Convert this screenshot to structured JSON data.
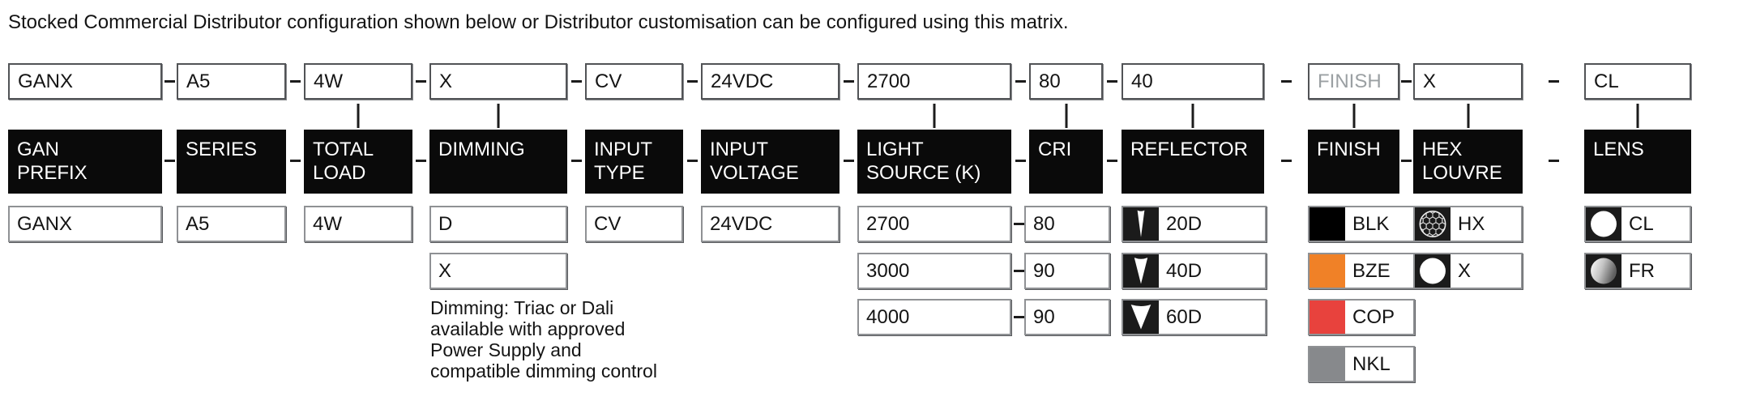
{
  "intro": "Stocked Commercial Distributor configuration shown below or Distributor customisation can be configured using this matrix.",
  "dash_color": "#1c1c1c",
  "columns": [
    {
      "id": "gan-prefix",
      "header_lines": [
        "GAN",
        "PREFIX"
      ],
      "top_value": "GANX",
      "tick": false,
      "options": [
        {
          "label": "GANX"
        }
      ]
    },
    {
      "id": "series",
      "header_lines": [
        "SERIES"
      ],
      "top_value": "A5",
      "tick": false,
      "options": [
        {
          "label": "A5"
        }
      ]
    },
    {
      "id": "total-load",
      "header_lines": [
        "TOTAL",
        "LOAD"
      ],
      "top_value": "4W",
      "tick": true,
      "options": [
        {
          "label": "4W"
        }
      ]
    },
    {
      "id": "dimming",
      "header_lines": [
        "DIMMING"
      ],
      "top_value": "X",
      "tick": true,
      "options": [
        {
          "label": "D"
        },
        {
          "label": "X"
        }
      ],
      "note_lines": [
        "Dimming: Triac or Dali",
        "available with approved",
        "Power Supply and",
        "compatible dimming control"
      ]
    },
    {
      "id": "input-type",
      "header_lines": [
        "INPUT",
        "TYPE"
      ],
      "top_value": "CV",
      "tick": false,
      "options": [
        {
          "label": "CV"
        }
      ]
    },
    {
      "id": "input-voltage",
      "header_lines": [
        "INPUT",
        "VOLTAGE"
      ],
      "top_value": "24VDC",
      "tick": false,
      "options": [
        {
          "label": "24VDC"
        }
      ]
    },
    {
      "id": "light-source",
      "header_lines": [
        "LIGHT",
        "SOURCE (K)"
      ],
      "top_value": "2700",
      "tick": true,
      "options": [
        {
          "label": "2700",
          "dash_after": true
        },
        {
          "label": "3000",
          "dash_after": true
        },
        {
          "label": "4000",
          "dash_after": true
        }
      ]
    },
    {
      "id": "cri",
      "header_lines": [
        "CRI"
      ],
      "top_value": "80",
      "tick": true,
      "options": [
        {
          "label": "80"
        },
        {
          "label": "90"
        },
        {
          "label": "90"
        }
      ]
    },
    {
      "id": "reflector",
      "header_lines": [
        "REFLECTOR"
      ],
      "top_value": "40",
      "tick": true,
      "options": [
        {
          "label": "20D",
          "icon": "beam-20d-icon"
        },
        {
          "label": "40D",
          "icon": "beam-40d-icon"
        },
        {
          "label": "60D",
          "icon": "beam-60d-icon"
        }
      ]
    },
    {
      "id": "finish",
      "header_lines": [
        "FINISH"
      ],
      "top_value": "FINISH",
      "top_value_muted": true,
      "tick": true,
      "options": [
        {
          "label": "BLK",
          "swatch": "#000000"
        },
        {
          "label": "BZE",
          "swatch": "#f08127"
        },
        {
          "label": "COP",
          "swatch": "#e8423d"
        },
        {
          "label": "NKL",
          "swatch": "#87898c"
        }
      ]
    },
    {
      "id": "hex-louvre",
      "header_lines": [
        "HEX",
        "LOUVRE"
      ],
      "top_value": "X",
      "tick": true,
      "options": [
        {
          "label": "HX",
          "icon": "hex-mesh-icon"
        },
        {
          "label": "X",
          "icon": "clear-circle-icon"
        }
      ]
    },
    {
      "id": "lens",
      "header_lines": [
        "LENS"
      ],
      "top_value": "CL",
      "tick": true,
      "options": [
        {
          "label": "CL",
          "icon": "clear-circle-icon"
        },
        {
          "label": "FR",
          "icon": "frosted-circle-icon"
        }
      ]
    }
  ]
}
